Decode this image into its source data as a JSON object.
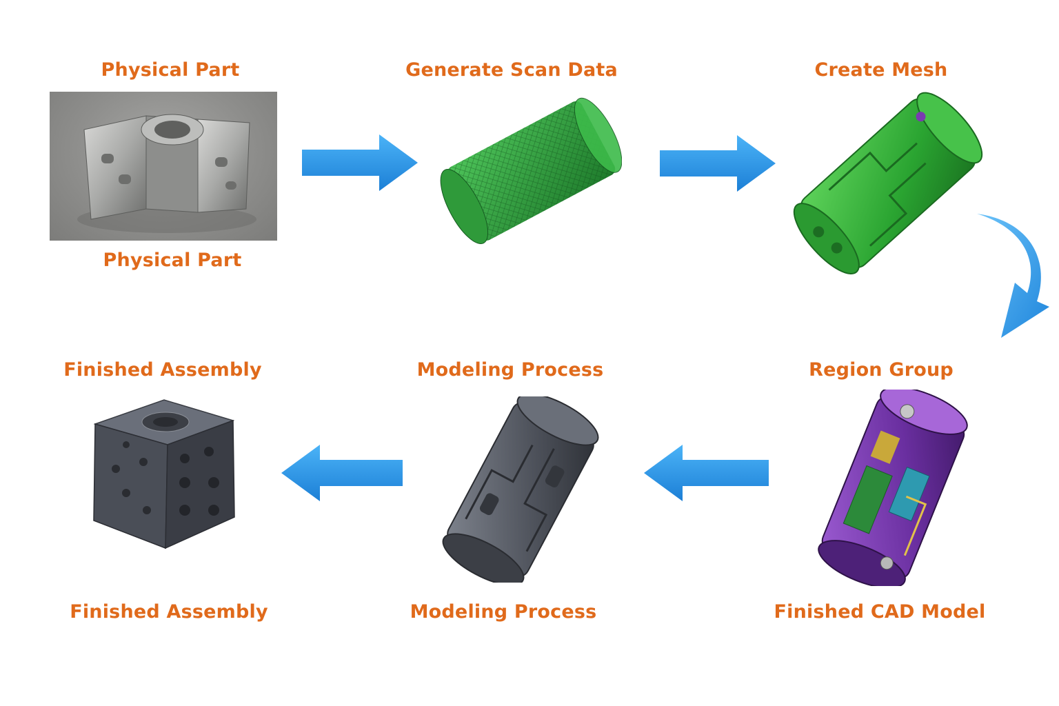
{
  "stages": {
    "physical_part": {
      "title": "Physical Part",
      "caption": "Physical Part"
    },
    "scan_data": {
      "title": "Generate Scan Data"
    },
    "create_mesh": {
      "title": "Create Mesh"
    },
    "region_group": {
      "title": "Region Group",
      "caption": "Finished CAD Model"
    },
    "modeling_process": {
      "title": "Modeling Process",
      "caption": "Modeling Process"
    },
    "finished_assembly": {
      "title": "Finished Assembly",
      "caption": "Finished Assembly"
    }
  },
  "colors": {
    "label": "#e06a1b",
    "arrow": "#2d97e8",
    "mesh_green": "#2fae3a",
    "region_purple": "#6a2fa0",
    "model_gray": "#4b4f58"
  }
}
